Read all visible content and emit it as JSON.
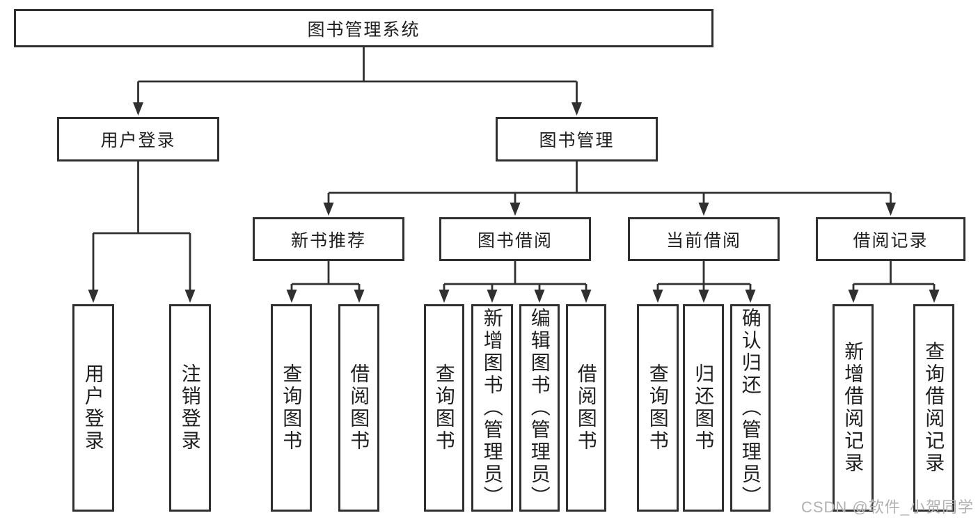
{
  "diagram": {
    "root": "图书管理系统",
    "level2": [
      "用户登录",
      "图书管理"
    ],
    "level3": [
      "新书推荐",
      "图书借阅",
      "当前借阅",
      "借阅记录"
    ],
    "leaves": {
      "user_login": [
        "用户登录",
        "注销登录"
      ],
      "new_book": [
        "查询图书",
        "借阅图书"
      ],
      "book_borrow": [
        "查询图书",
        "新增图书（管理员）",
        "编辑图书（管理员）",
        "借阅图书"
      ],
      "current_borrow": [
        "查询图书",
        "归还图书",
        "确认归还（管理员）"
      ],
      "borrow_record": [
        "新增借阅记录",
        "查询借阅记录"
      ]
    }
  },
  "watermark": "CSDN @软件_小贺同学",
  "colors": {
    "line": "#303030",
    "text": "#1f1f1f",
    "box_background": "#ffffff",
    "watermark": "#b1b1b1",
    "page_background": "#ffffff"
  }
}
